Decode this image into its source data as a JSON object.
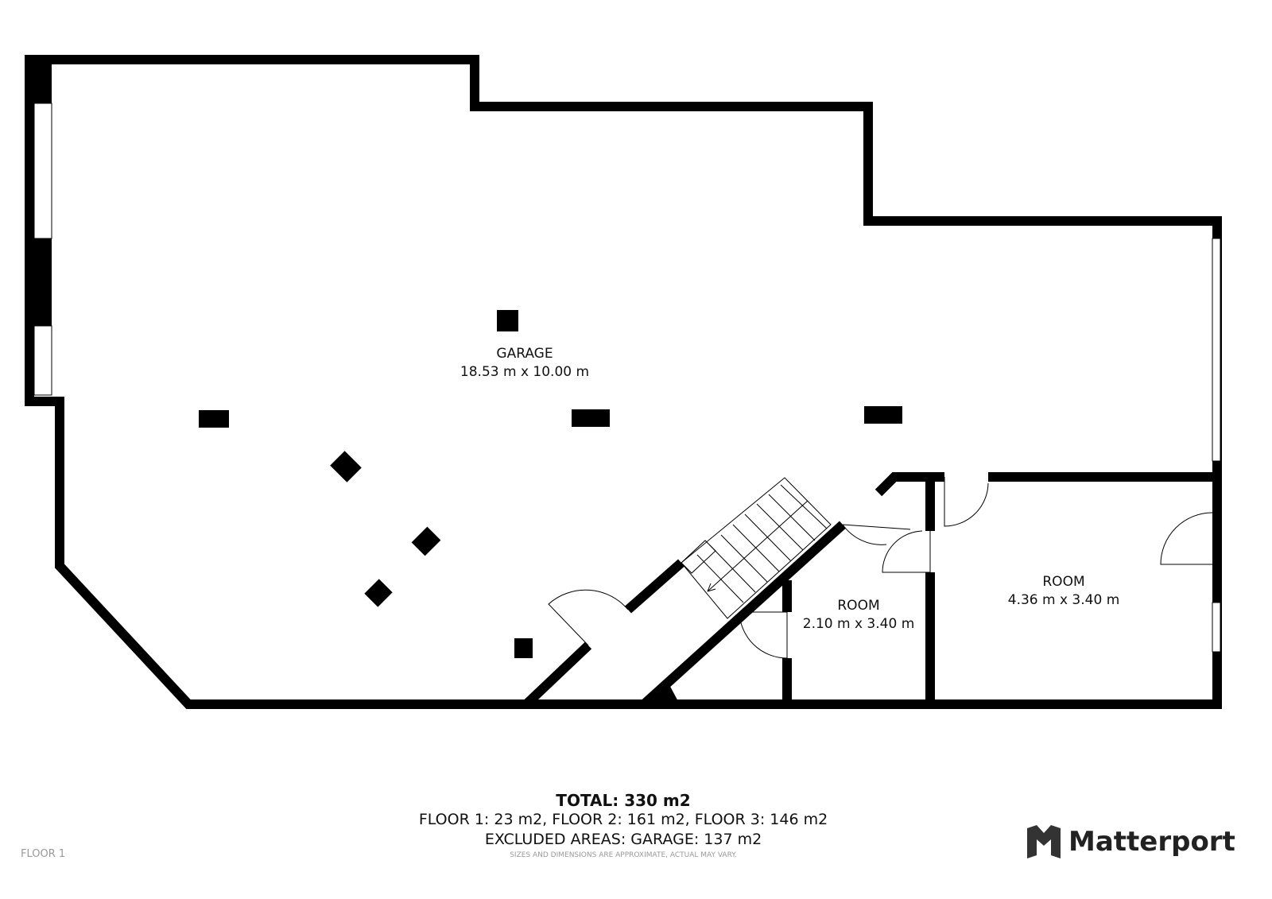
{
  "rooms": [
    {
      "name": "GARAGE",
      "dims": "18.53 m x 10.00 m"
    },
    {
      "name": "ROOM",
      "dims": "2.10 m x 3.40 m"
    },
    {
      "name": "ROOM",
      "dims": "4.36 m x 3.40 m"
    }
  ],
  "footer": {
    "total": "TOTAL: 330 m2",
    "floors": "FLOOR 1: 23 m2, FLOOR 2: 161 m2, FLOOR 3: 146 m2",
    "excluded": "EXCLUDED AREAS: GARAGE: 137 m2",
    "disclaimer": "SIZES AND DIMENSIONS ARE APPROXIMATE, ACTUAL MAY VARY.",
    "floor_label": "FLOOR 1",
    "brand": "Matterport"
  }
}
